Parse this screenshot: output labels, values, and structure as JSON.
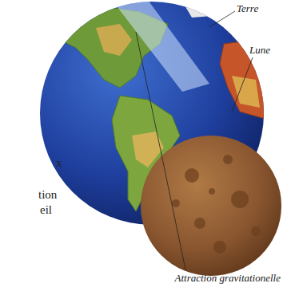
{
  "diagram": {
    "labels": [
      "Terre",
      "Lune",
      "Attraction gravitationelle",
      "x",
      "tion",
      "eil"
    ]
  }
}
